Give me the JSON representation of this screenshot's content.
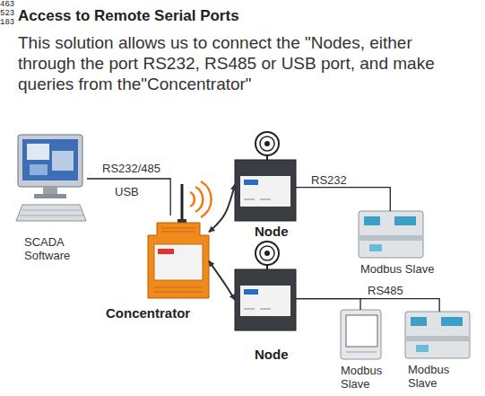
{
  "diagram": {
    "title": "Access to Remote Serial Ports",
    "nodes": [
      {
        "text": [
          "SCADA Software"
        ]
      },
      {
        "text": [
          "Concentrator"
        ]
      },
      {
        "text": [
          "Node"
        ]
      },
      {
        "text": [
          "Node"
        ]
      },
      {
        "text": [
          "Modbus Slave"
        ]
      },
      {
        "text": [
          "Modbus Slave"
        ]
      },
      {
        "text": [
          "Modbus Slave"
        ]
      }
    ],
    "edges": [
      {
        "from": 0,
        "to": 1,
        "arrow": "none",
        "label": "RS232/485"
      },
      {
        "from": 1,
        "to": 2,
        "arrow": "both"
      },
      {
        "from": 1,
        "to": 3,
        "arrow": "both"
      },
      {
        "from": 2,
        "to": 4,
        "arrow": "none",
        "label": "RS232"
      },
      {
        "from": 3,
        "to": 5,
        "arrow": "none",
        "label": "RS485"
      },
      {
        "from": 3,
        "to": 6,
        "arrow": "none"
      }
    ],
    "labels": [
      "This solution allows us to connect the \"Nodes, either through the port RS232, RS485 or USB port, and make queries from the\"Concentrator\"",
      "USB",
      "463",
      "523",
      "183"
    ]
  }
}
